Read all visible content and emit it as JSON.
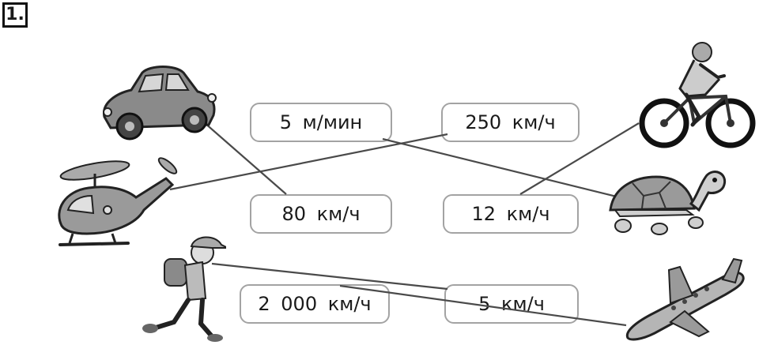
{
  "task": {
    "number": "1."
  },
  "speeds": {
    "s1": "5 м/мин",
    "s2": "250 км/ч",
    "s3": "80 км/ч",
    "s4": "12 км/ч",
    "s5": "2 000 км/ч",
    "s6": "5 км/ч"
  },
  "pictures": [
    "car",
    "helicopter",
    "pedestrian",
    "cyclist",
    "turtle",
    "airplane"
  ]
}
